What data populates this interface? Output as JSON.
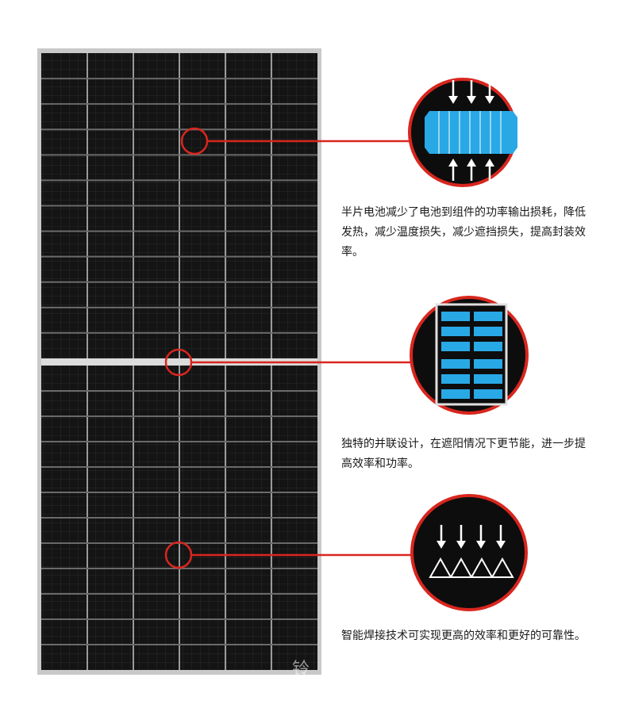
{
  "features": [
    {
      "icon": "half-cell-icon",
      "text": "半片电池减少了电池到组件的功率输出损耗，降低发热，减少温度损失，减少遮挡损失，提高封装效率。"
    },
    {
      "icon": "parallel-design-icon",
      "text": "独特的并联设计，在遮阳情况下更节能，进一步提高效率和功率。"
    },
    {
      "icon": "smart-welding-icon",
      "text": "智能焊接技术可实现更高的效率和更好的可靠性。"
    }
  ],
  "watermark": "铃",
  "colors": {
    "accent_red": "#d8261e",
    "cell_blue": "#29a8e6",
    "panel_dark": "#141414",
    "frame": "#c9c9c9"
  }
}
